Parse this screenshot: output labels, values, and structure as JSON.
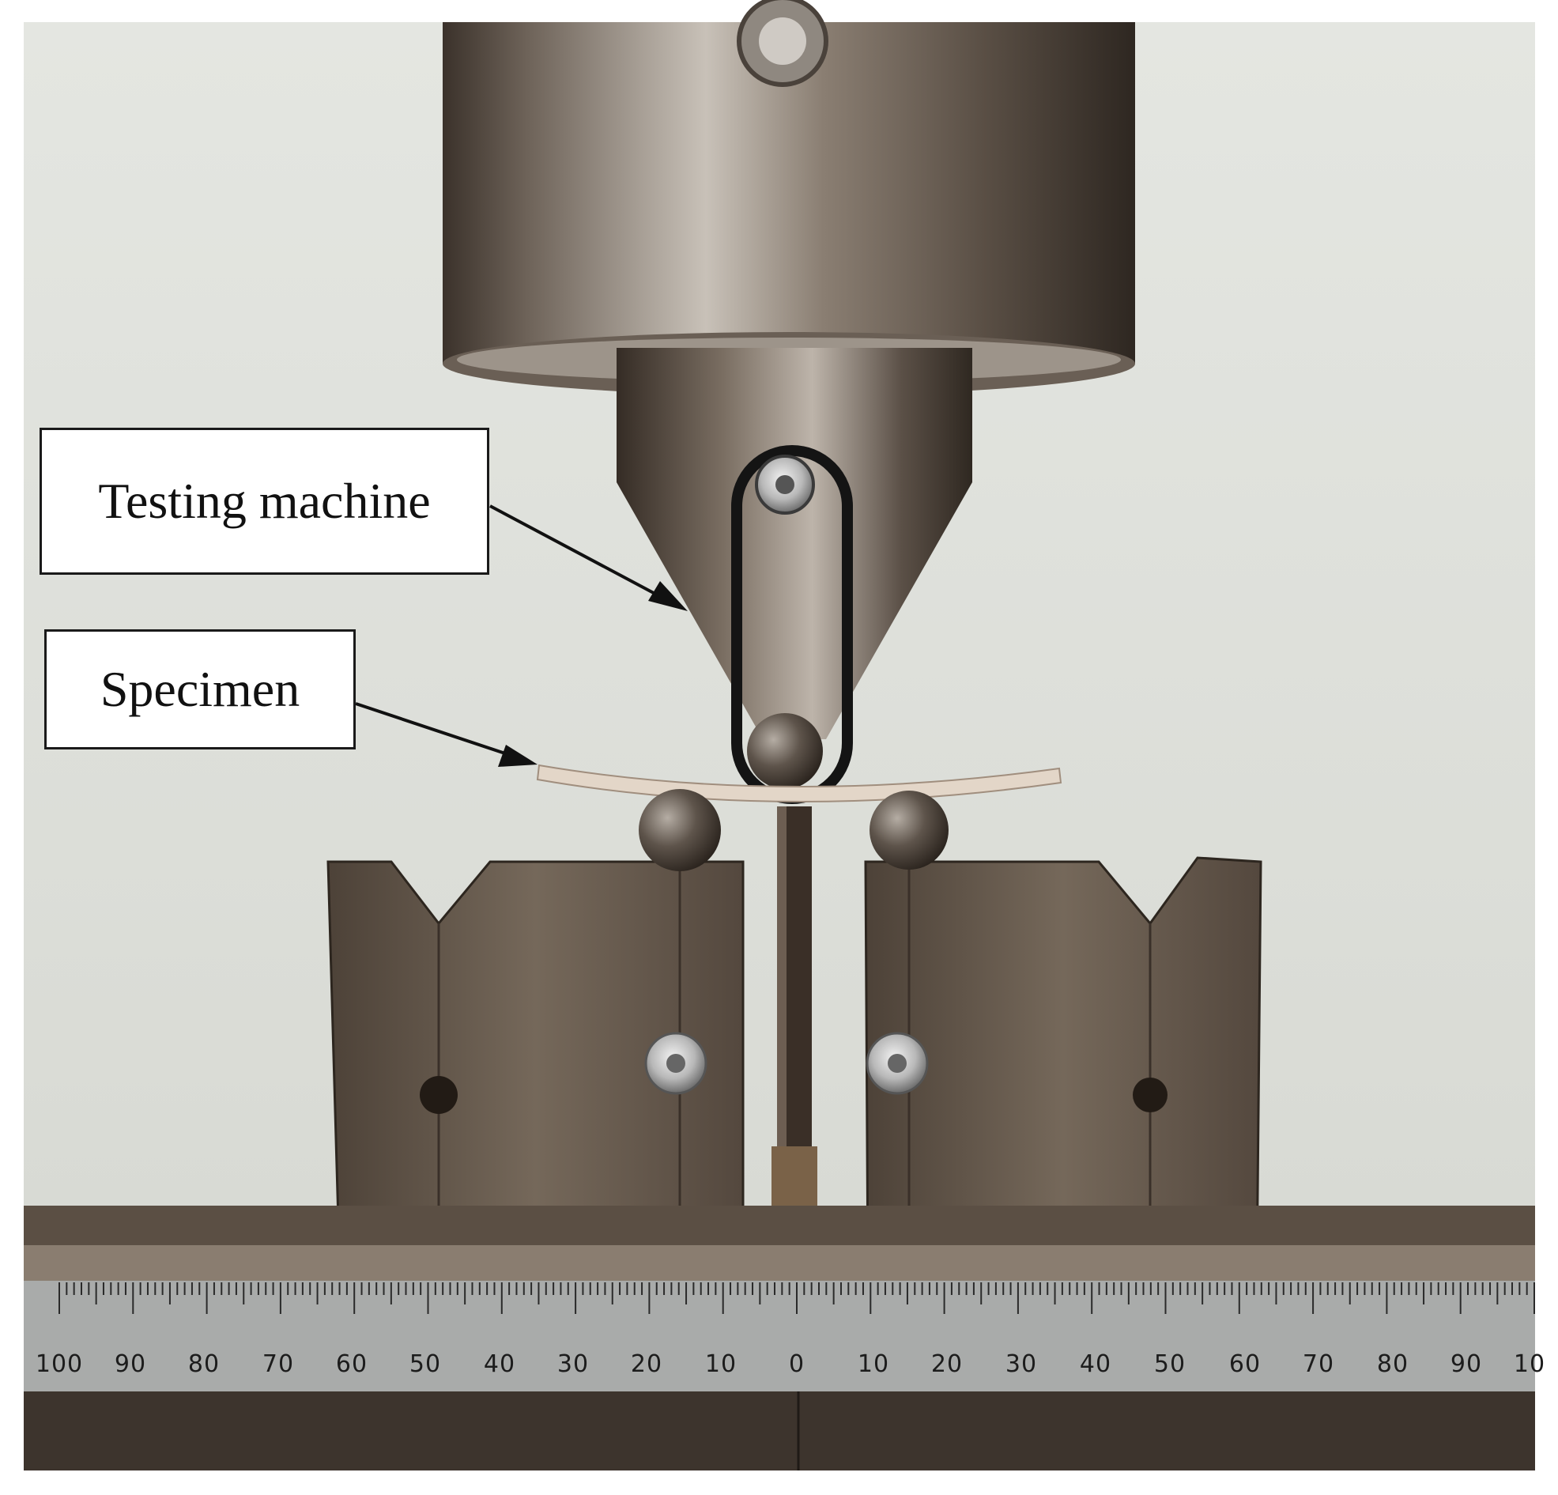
{
  "annotations": {
    "testing_machine": "Testing machine",
    "specimen": "Specimen"
  },
  "ruler": {
    "left_ticks": [
      "100",
      "90",
      "80",
      "70",
      "60",
      "50",
      "40",
      "30",
      "20",
      "10"
    ],
    "center": "0",
    "right_ticks": [
      "10",
      "20",
      "30",
      "40",
      "50",
      "60",
      "70",
      "80",
      "90",
      "10"
    ]
  },
  "colors": {
    "wall": "#e7e8e3",
    "steel_light": "#b9b2aa",
    "steel_dark": "#4a4038",
    "block_brown": "#6b5d50",
    "ruler": "#a8aaa8",
    "base": "#3d342d"
  }
}
